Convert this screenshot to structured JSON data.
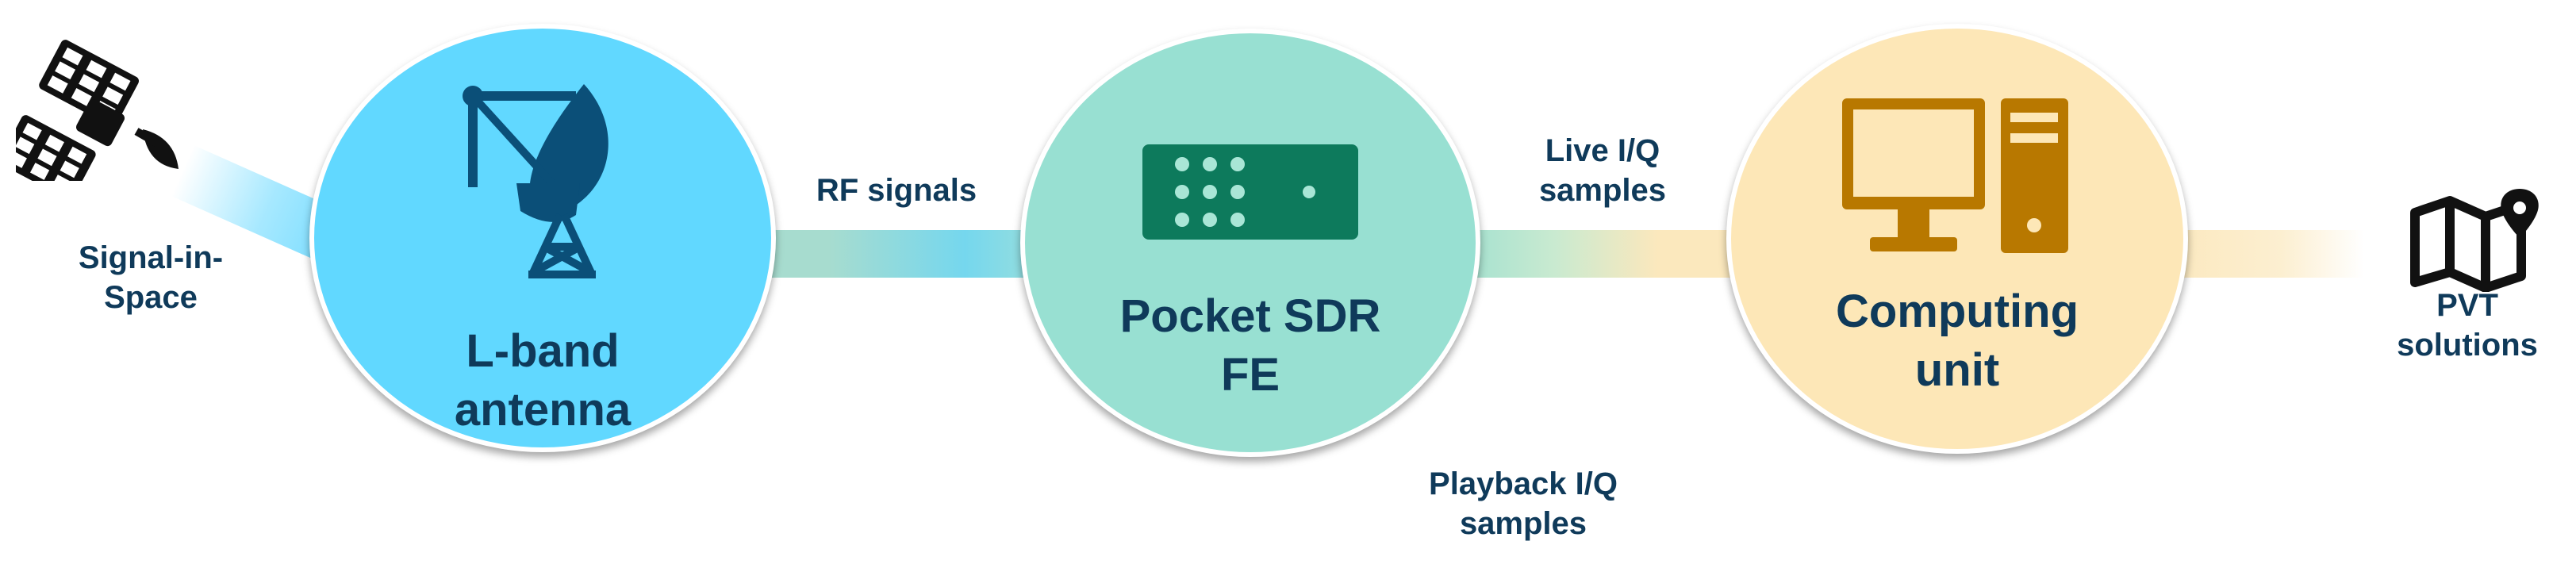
{
  "inputs": {
    "signal_in_space": [
      "Signal-in-",
      "Space"
    ]
  },
  "nodes": [
    {
      "id": "antenna",
      "label": [
        "L-band",
        "antenna"
      ],
      "color": "#61d8ff",
      "icon": "satellite-dish-icon"
    },
    {
      "id": "sdr",
      "label": [
        "Pocket SDR",
        "FE"
      ],
      "color": "#98e0d2",
      "icon": "sdr-device-icon"
    },
    {
      "id": "compute",
      "label": [
        "Computing",
        "unit"
      ],
      "color": "#fde7b7",
      "icon": "computer-icon"
    }
  ],
  "edges": {
    "rf": "RF signals",
    "live": [
      "Live I/Q",
      "samples"
    ],
    "playback": [
      "Playback I/Q",
      "samples"
    ]
  },
  "outputs": {
    "pvt": [
      "PVT",
      "solutions"
    ]
  },
  "colors": {
    "text": "#0f3a5a",
    "antenna_icon": "#0b4f78",
    "sdr_icon": "#0d7a5c",
    "compute_icon": "#b87800",
    "satellite_icon": "#111111"
  },
  "icons": [
    "satellite-icon",
    "satellite-dish-icon",
    "sdr-device-icon",
    "computer-icon",
    "map-pin-icon"
  ]
}
